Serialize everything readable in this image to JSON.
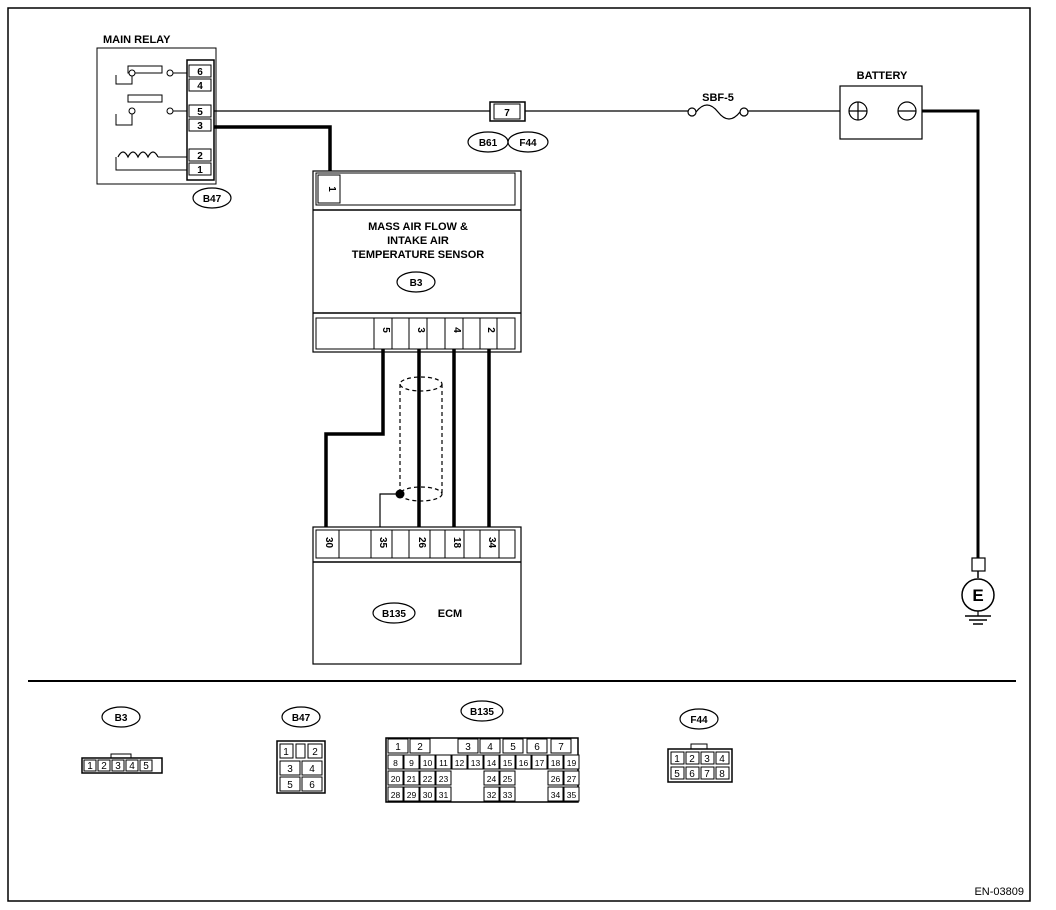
{
  "diagram": {
    "main_relay": {
      "title": "MAIN RELAY",
      "pins": [
        "6",
        "4",
        "5",
        "3",
        "2",
        "1"
      ],
      "connector": "B47"
    },
    "fuse_connector": {
      "pin": "7",
      "connectors": [
        "B61",
        "F44"
      ]
    },
    "fuse": {
      "label": "SBF-5"
    },
    "battery": {
      "title": "BATTERY"
    },
    "ground": {
      "label": "E"
    },
    "maf_sensor": {
      "title_lines": [
        "MASS AIR FLOW &",
        "INTAKE AIR",
        "TEMPERATURE SENSOR"
      ],
      "connector": "B3",
      "top_pin": "1",
      "bottom_pins": [
        "5",
        "3",
        "4",
        "2"
      ]
    },
    "ecm": {
      "title": "ECM",
      "connector": "B135",
      "pins": [
        "30",
        "35",
        "26",
        "18",
        "34"
      ]
    },
    "connector_views": {
      "b3": {
        "label": "B3",
        "cells": [
          "1",
          "2",
          "3",
          "4",
          "5"
        ]
      },
      "b47": {
        "label": "B47",
        "cells": [
          "1",
          "2",
          "3",
          "4",
          "5",
          "6"
        ]
      },
      "b135": {
        "label": "B135",
        "row1": [
          "1",
          "2",
          "3",
          "4",
          "5",
          "6",
          "7"
        ],
        "row2": [
          "8",
          "9",
          "10",
          "11",
          "12",
          "13",
          "14",
          "15",
          "16",
          "17",
          "18",
          "19"
        ],
        "row3": [
          "20",
          "21",
          "22",
          "23",
          "24",
          "25",
          "26",
          "27"
        ],
        "row4": [
          "28",
          "29",
          "30",
          "31",
          "32",
          "33",
          "34",
          "35"
        ]
      },
      "f44": {
        "label": "F44",
        "cells": [
          "1",
          "2",
          "3",
          "4",
          "5",
          "6",
          "7",
          "8"
        ]
      }
    },
    "figure_code": "EN-03809"
  }
}
